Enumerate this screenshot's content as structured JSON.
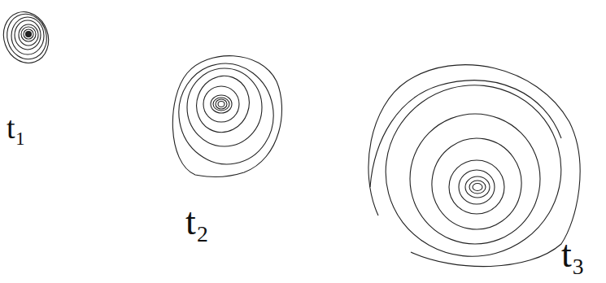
{
  "diagram": {
    "labels": [
      "t₁",
      "t₂",
      "t₃"
    ]
  }
}
